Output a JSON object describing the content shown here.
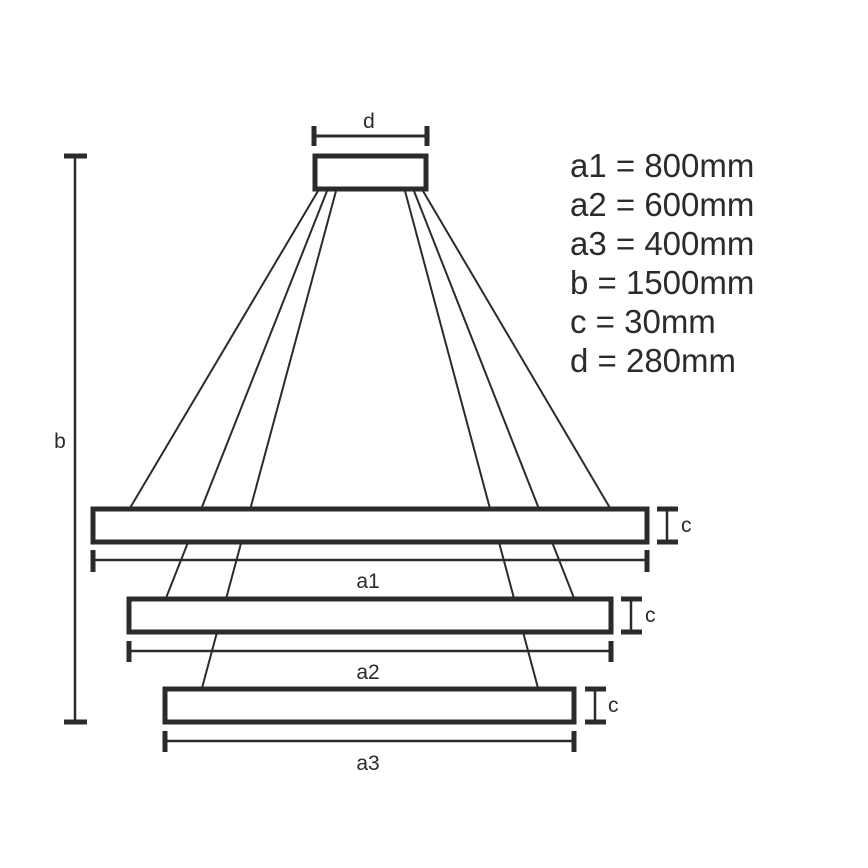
{
  "colors": {
    "stroke": "#2b2b2b",
    "background": "#ffffff"
  },
  "labels": {
    "d": "d",
    "b": "b",
    "a1": "a1",
    "a2": "a2",
    "a3": "a3",
    "c1": "c",
    "c2": "c",
    "c3": "c"
  },
  "specs": [
    {
      "key": "a1",
      "text": "a1 = 800mm"
    },
    {
      "key": "a2",
      "text": "a2 = 600mm"
    },
    {
      "key": "a3",
      "text": "a3 = 400mm"
    },
    {
      "key": "b",
      "text": "b = 1500mm"
    },
    {
      "key": "c",
      "text": "c = 30mm"
    },
    {
      "key": "d",
      "text": "d = 280mm"
    }
  ],
  "components": {
    "canopy": "ceiling-canopy",
    "rings": [
      "ring-a1",
      "ring-a2",
      "ring-a3"
    ],
    "wires_per_side": 3
  }
}
